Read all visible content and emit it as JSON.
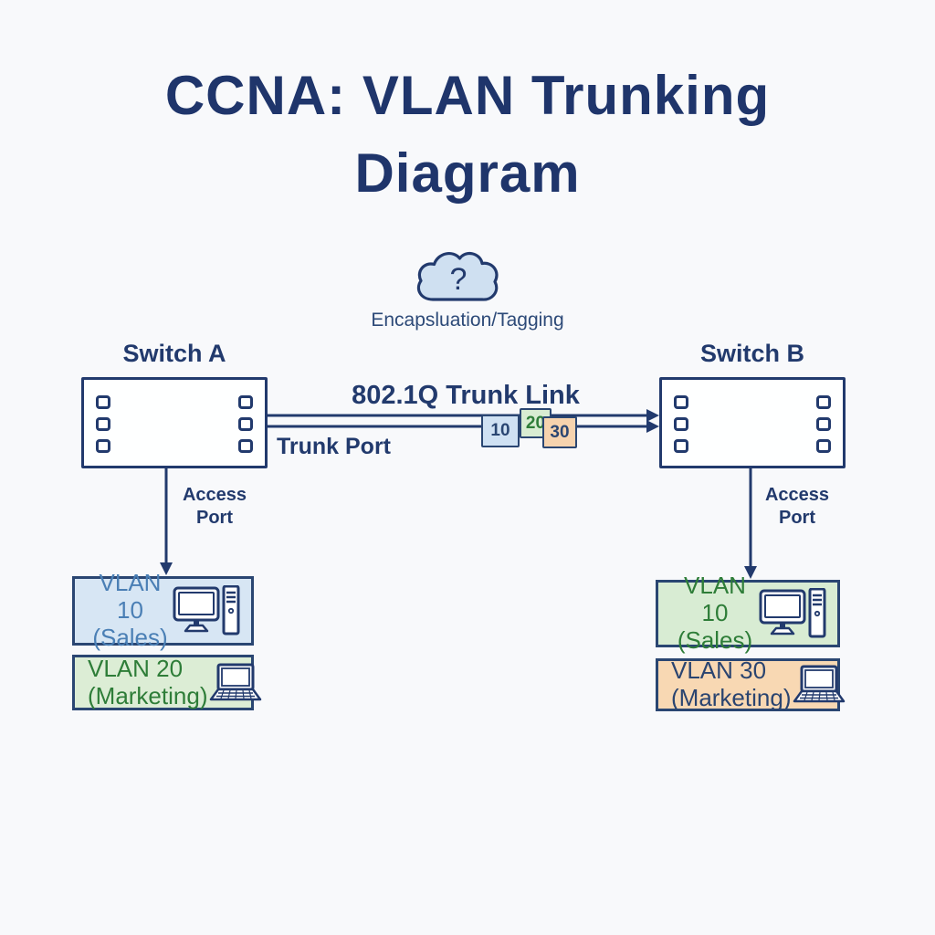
{
  "title": {
    "line1": "CCNA: VLAN Trunking",
    "line2": "Diagram"
  },
  "encapsulation": {
    "label": "Encapsluation/Tagging",
    "cloud_symbol": "?"
  },
  "switches": {
    "a": {
      "label": "Switch A"
    },
    "b": {
      "label": "Switch B"
    }
  },
  "trunk": {
    "label": "802.1Q Trunk Link",
    "port_label": "Trunk Port",
    "tags": [
      {
        "id": "10",
        "fill": "#cfe1f3",
        "text_color": "#2a4672"
      },
      {
        "id": "20",
        "fill": "#d8ecd2",
        "text_color": "#2e7d38"
      },
      {
        "id": "30",
        "fill": "#f6d3ae",
        "text_color": "#2a4672"
      }
    ]
  },
  "access": {
    "left_label": "Access Port",
    "right_label": "Access Port"
  },
  "vlans": {
    "left": [
      {
        "name": "VLAN 10",
        "dept": "(Sales)",
        "fill": "#d7e6f4",
        "text_color": "#4a7fb5",
        "device": "desktop-computer"
      },
      {
        "name": "VLAN 20",
        "dept": "(Marketing)",
        "fill": "#dcedd5",
        "text_color": "#2e7d38",
        "device": "laptop"
      }
    ],
    "right": [
      {
        "name": "VLAN 10",
        "dept": "(Sales)",
        "fill": "#d8ecd3",
        "text_color": "#2e7d38",
        "device": "desktop-computer"
      },
      {
        "name": "VLAN 30",
        "dept": "(Marketing)",
        "fill": "#f8d8b3",
        "text_color": "#2a4470",
        "device": "laptop"
      }
    ]
  },
  "icons": {
    "cloud": "cloud-question-icon",
    "desktop": "desktop-computer-icon",
    "laptop": "laptop-icon"
  },
  "colors": {
    "background": "#f8f9fb",
    "navy": "#223a6d",
    "title": "#1f356b",
    "cloud_fill": "#cfe0f1",
    "steel_blue_text": "#4a7fb5",
    "green_text": "#2e7d38"
  }
}
